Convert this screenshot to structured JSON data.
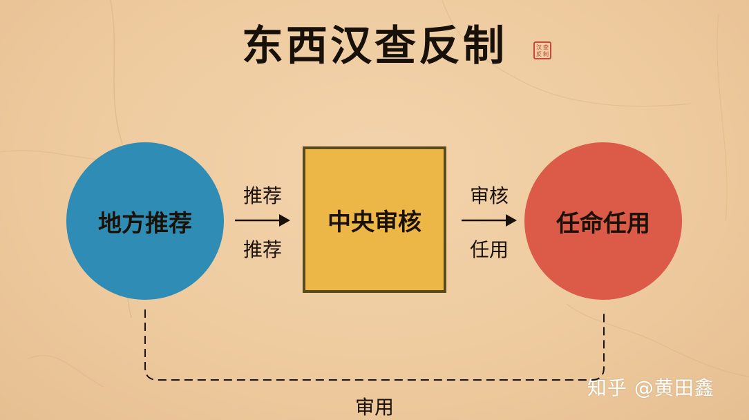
{
  "title": "东西汉查反制",
  "seal": {
    "chars": [
      "汉",
      "查",
      "反",
      "制"
    ],
    "color": "#c2493b"
  },
  "nodes": [
    {
      "id": "local",
      "label": "地方推荐",
      "color": "#2f8cb4",
      "shape": "circle"
    },
    {
      "id": "central",
      "label": "中央审核",
      "color": "#ecb746",
      "shape": "square"
    },
    {
      "id": "appoint",
      "label": "任命任用",
      "color": "#dc5a48",
      "shape": "circle"
    }
  ],
  "edges": [
    {
      "from": "local",
      "to": "central",
      "label_top": "推荐",
      "label_bottom": "推荐"
    },
    {
      "from": "central",
      "to": "appoint",
      "label_top": "审核",
      "label_bottom": "任用"
    }
  ],
  "feedback": {
    "label": "审用",
    "style": "dashed"
  },
  "watermark": "知乎 @黄田鑫"
}
